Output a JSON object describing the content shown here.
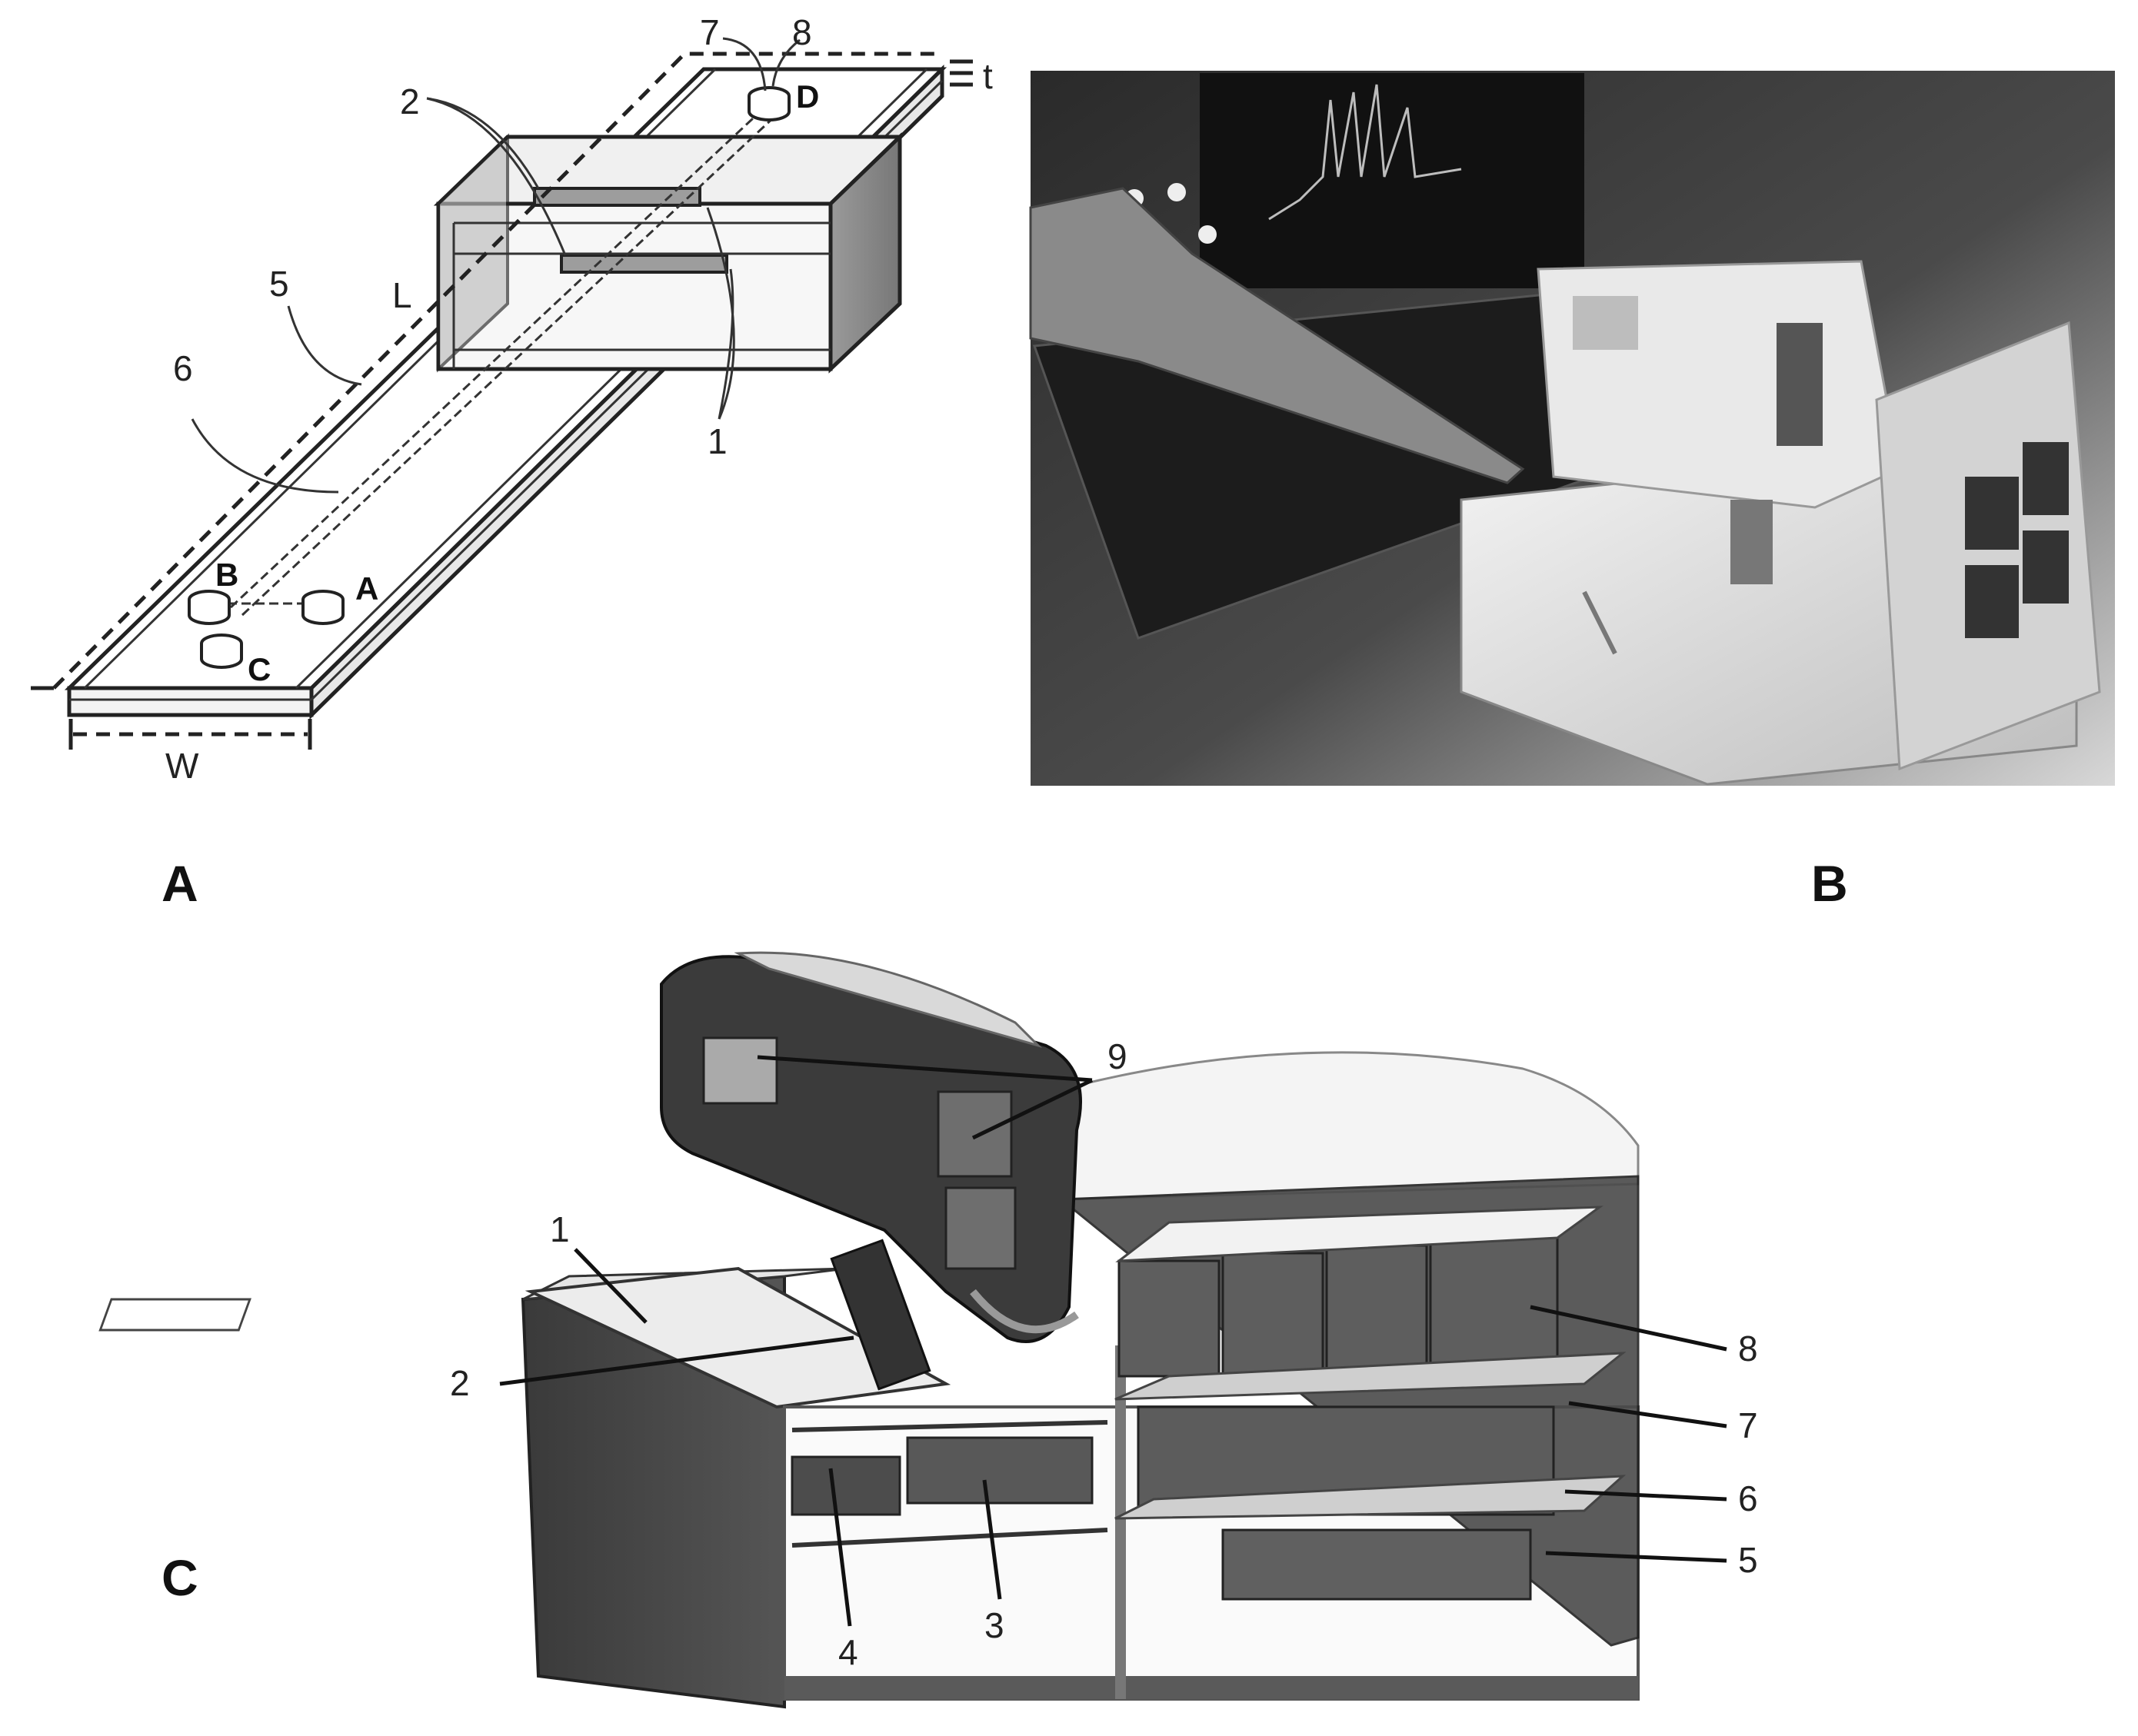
{
  "panels": {
    "A": {
      "label": "A",
      "dims": {
        "t": "t",
        "L": "L",
        "W": "W"
      },
      "callouts": [
        "1",
        "2",
        "5",
        "6",
        "7",
        "8"
      ],
      "ports": [
        "A",
        "B",
        "C",
        "D"
      ]
    },
    "B": {
      "label": "B"
    },
    "C": {
      "label": "C",
      "callouts": [
        "1",
        "2",
        "3",
        "4",
        "5",
        "6",
        "7",
        "8",
        "9"
      ]
    }
  },
  "colors": {
    "line": "#222222",
    "background": "#ffffff",
    "photo_dark": "#1a1a1a",
    "device_light": "#e8e8e8"
  }
}
